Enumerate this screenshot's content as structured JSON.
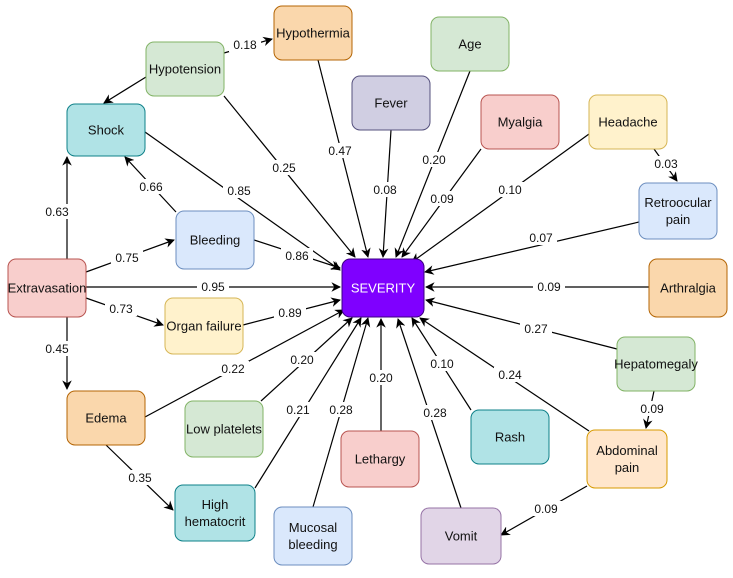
{
  "center": {
    "id": "severity",
    "label": "SEVERITY",
    "fill": "#7f00ff",
    "stroke": "#3b0080"
  },
  "nodes": [
    {
      "id": "extravasation",
      "lines": [
        "Extravasation"
      ],
      "fill": "#f8cecc",
      "stroke": "#b85450"
    },
    {
      "id": "shock",
      "lines": [
        "Shock"
      ],
      "fill": "#b0e3e6",
      "stroke": "#0e8088"
    },
    {
      "id": "hypotension",
      "lines": [
        "Hypotension"
      ],
      "fill": "#d5e8d4",
      "stroke": "#82b366"
    },
    {
      "id": "hypothermia",
      "lines": [
        "Hypothermia"
      ],
      "fill": "#fad7ac",
      "stroke": "#b46504"
    },
    {
      "id": "fever",
      "lines": [
        "Fever"
      ],
      "fill": "#d0cee2",
      "stroke": "#56517e"
    },
    {
      "id": "age",
      "lines": [
        "Age"
      ],
      "fill": "#d5e8d4",
      "stroke": "#82b366"
    },
    {
      "id": "myalgia",
      "lines": [
        "Myalgia"
      ],
      "fill": "#f8cecc",
      "stroke": "#b85450"
    },
    {
      "id": "headache",
      "lines": [
        "Headache"
      ],
      "fill": "#fff2cc",
      "stroke": "#d6b656"
    },
    {
      "id": "retroocular",
      "lines": [
        "Retroocular",
        "pain"
      ],
      "fill": "#dae8fc",
      "stroke": "#6c8ebf"
    },
    {
      "id": "arthralgia",
      "lines": [
        "Arthralgia"
      ],
      "fill": "#fad7ac",
      "stroke": "#b46504"
    },
    {
      "id": "hepatomegaly",
      "lines": [
        "Hepatomegaly"
      ],
      "fill": "#d5e8d4",
      "stroke": "#82b366"
    },
    {
      "id": "abdominal",
      "lines": [
        "Abdominal",
        "pain"
      ],
      "fill": "#ffe6cc",
      "stroke": "#d79b00"
    },
    {
      "id": "vomit",
      "lines": [
        "Vomit"
      ],
      "fill": "#e1d5e7",
      "stroke": "#9673a6"
    },
    {
      "id": "rash",
      "lines": [
        "Rash"
      ],
      "fill": "#b0e3e6",
      "stroke": "#0e8088"
    },
    {
      "id": "lethargy",
      "lines": [
        "Lethargy"
      ],
      "fill": "#f8cecc",
      "stroke": "#b85450"
    },
    {
      "id": "mucosal",
      "lines": [
        "Mucosal",
        "bleeding"
      ],
      "fill": "#dae8fc",
      "stroke": "#6c8ebf"
    },
    {
      "id": "hematocrit",
      "lines": [
        "High",
        "hematocrit"
      ],
      "fill": "#b0e3e6",
      "stroke": "#0e8088"
    },
    {
      "id": "lowplatelets",
      "lines": [
        "Low platelets"
      ],
      "fill": "#d5e8d4",
      "stroke": "#82b366"
    },
    {
      "id": "edema",
      "lines": [
        "Edema"
      ],
      "fill": "#fad7ac",
      "stroke": "#b46504"
    },
    {
      "id": "organfailure",
      "lines": [
        "Organ failure"
      ],
      "fill": "#fff2cc",
      "stroke": "#d6b656"
    },
    {
      "id": "bleeding",
      "lines": [
        "Bleeding"
      ],
      "fill": "#dae8fc",
      "stroke": "#6c8ebf"
    }
  ],
  "edges": [
    {
      "from": "extravasation",
      "to": "severity",
      "weight": "0.95"
    },
    {
      "from": "extravasation",
      "to": "shock",
      "weight": "0.63"
    },
    {
      "from": "extravasation",
      "to": "bleeding",
      "weight": "0.75"
    },
    {
      "from": "extravasation",
      "to": "organfailure",
      "weight": "0.73"
    },
    {
      "from": "extravasation",
      "to": "edema",
      "weight": "0.45"
    },
    {
      "from": "hypotension",
      "to": "shock",
      "weight": ""
    },
    {
      "from": "hypotension",
      "to": "hypothermia",
      "weight": "0.18"
    },
    {
      "from": "hypotension",
      "to": "severity",
      "weight": "0.25"
    },
    {
      "from": "bleeding",
      "to": "shock",
      "weight": "0.66"
    },
    {
      "from": "shock",
      "to": "severity",
      "weight": "0.85"
    },
    {
      "from": "hypothermia",
      "to": "severity",
      "weight": "0.47"
    },
    {
      "from": "fever",
      "to": "severity",
      "weight": "0.08"
    },
    {
      "from": "age",
      "to": "severity",
      "weight": "0.20"
    },
    {
      "from": "myalgia",
      "to": "severity",
      "weight": "0.09"
    },
    {
      "from": "headache",
      "to": "severity",
      "weight": "0.10"
    },
    {
      "from": "headache",
      "to": "retroocular",
      "weight": "0.03"
    },
    {
      "from": "retroocular",
      "to": "severity",
      "weight": "0.07"
    },
    {
      "from": "arthralgia",
      "to": "severity",
      "weight": "0.09"
    },
    {
      "from": "hepatomegaly",
      "to": "severity",
      "weight": "0.27"
    },
    {
      "from": "hepatomegaly",
      "to": "abdominal",
      "weight": "0.09"
    },
    {
      "from": "abdominal",
      "to": "severity",
      "weight": "0.24"
    },
    {
      "from": "abdominal",
      "to": "vomit",
      "weight": "0.09"
    },
    {
      "from": "rash",
      "to": "severity",
      "weight": "0.10"
    },
    {
      "from": "vomit",
      "to": "severity",
      "weight": "0.28"
    },
    {
      "from": "lethargy",
      "to": "severity",
      "weight": "0.20"
    },
    {
      "from": "mucosal",
      "to": "severity",
      "weight": "0.28"
    },
    {
      "from": "hematocrit",
      "to": "severity",
      "weight": "0.21"
    },
    {
      "from": "lowplatelets",
      "to": "severity",
      "weight": "0.20"
    },
    {
      "from": "edema",
      "to": "severity",
      "weight": "0.22"
    },
    {
      "from": "edema",
      "to": "hematocrit",
      "weight": "0.35"
    },
    {
      "from": "organfailure",
      "to": "severity",
      "weight": "0.89"
    },
    {
      "from": "bleeding",
      "to": "severity",
      "weight": "0.86"
    }
  ]
}
